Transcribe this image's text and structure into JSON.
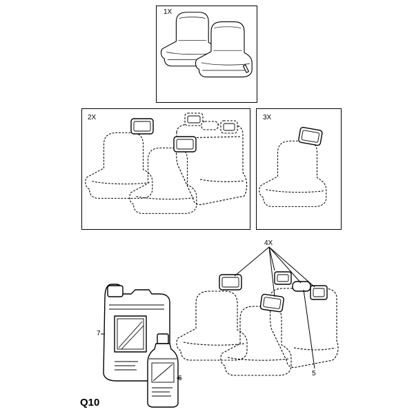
{
  "diagram_code": "Q10",
  "panels": {
    "panel1": {
      "quantity_label": "1X"
    },
    "panel2": {
      "quantity_label": "2X"
    },
    "panel3": {
      "quantity_label": "3X"
    }
  },
  "lower_group": {
    "quantity_label": "4X"
  },
  "callouts": {
    "canister": "7",
    "bottle": "6",
    "centre_cushion": "5"
  }
}
